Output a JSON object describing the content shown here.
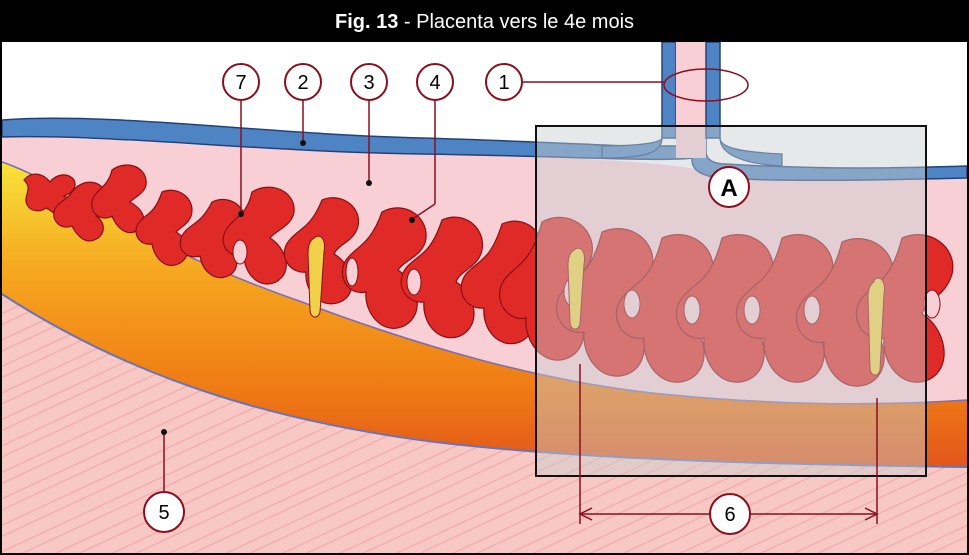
{
  "figure": {
    "number": "Fig. 13",
    "separator": " - ",
    "title": "Placenta vers le 4e mois"
  },
  "labels": {
    "l1": "1",
    "l2": "2",
    "l3": "3",
    "l4": "4",
    "l5": "5",
    "l6": "6",
    "l7": "7",
    "lA": "A"
  },
  "colors": {
    "villi": "#e02a27",
    "villi_edge": "#8c0d12",
    "membrane_blue": "#4f84c4",
    "chorionic_pink": "#f9cfd6",
    "decidua_orange": "#f08c17",
    "myometrium": "#f8c8c4",
    "inset_fill": "#c7cfd1"
  }
}
